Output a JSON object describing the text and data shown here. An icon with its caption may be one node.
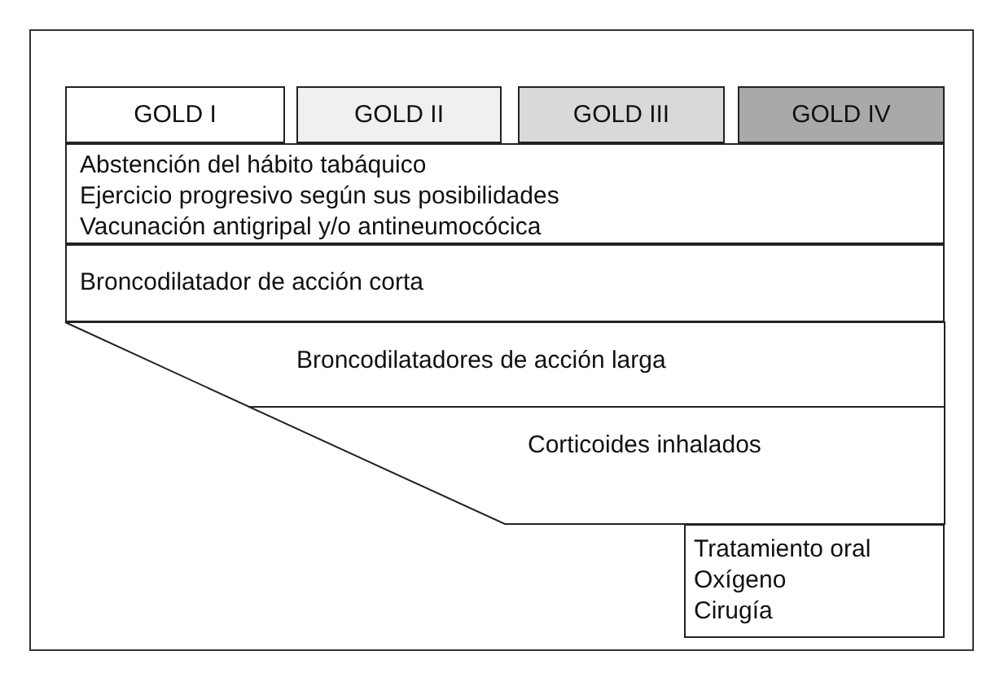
{
  "diagram": {
    "nodes": [
      {
        "text": [
          "GOLD I"
        ]
      },
      {
        "text": [
          "GOLD II"
        ]
      },
      {
        "text": [
          "GOLD III"
        ]
      },
      {
        "text": [
          "GOLD IV"
        ]
      },
      {
        "text": [
          "Abstención del hábito tabáquico",
          "Ejercicio progresivo según sus posibilidades",
          "Vacunación antigripal y/o antineumocócica"
        ]
      },
      {
        "text": [
          "Broncodilatador de acción corta"
        ]
      },
      {
        "text": [
          "Broncodilatadores de acción larga"
        ]
      },
      {
        "text": [
          "Corticoides inhalados"
        ]
      },
      {
        "text": [
          "Tratamiento oral",
          "Oxígeno",
          "Cirugía"
        ]
      }
    ],
    "edges": []
  }
}
